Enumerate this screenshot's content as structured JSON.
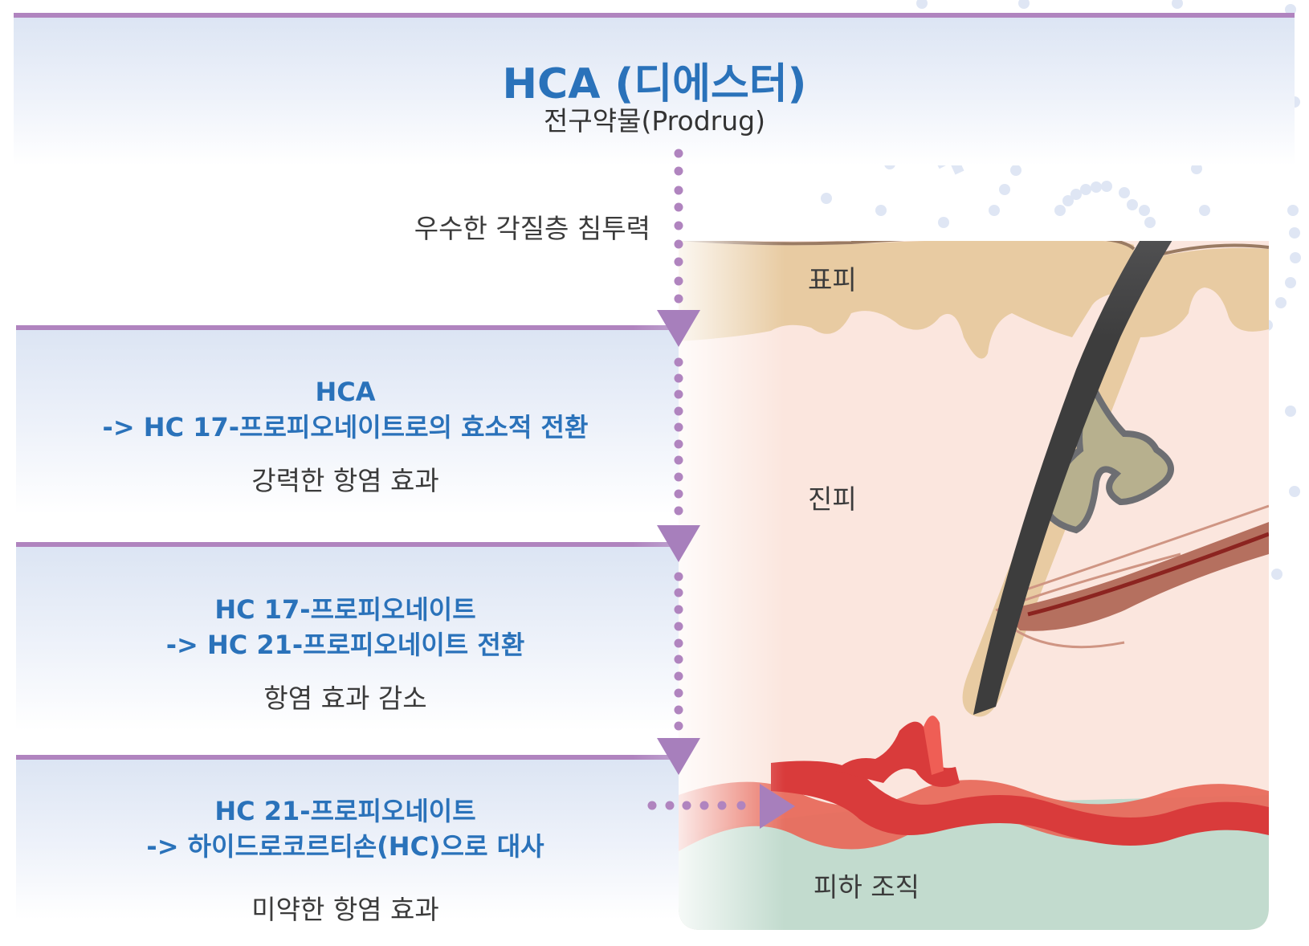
{
  "header": {
    "title": "HCA (디에스터)",
    "subtitle": "전구약물(Prodrug)"
  },
  "penetration_note": "우수한 각질층 침투력",
  "stages": [
    {
      "heading_line1": "HCA",
      "heading_line2": "-> HC 17-프로피오네이트로의 효소적 전환",
      "effect": "강력한 항염 효과"
    },
    {
      "heading_line1": "HC 17-프로피오네이트",
      "heading_line2": "-> HC 21-프로피오네이트 전환",
      "effect": "항염 효과 감소"
    },
    {
      "heading_line1": "HC 21-프로피오네이트",
      "heading_line2": "-> 하이드로코르티손(HC)으로 대사",
      "effect": "미약한 항염 효과"
    }
  ],
  "skin_layers": {
    "epidermis": "표피",
    "dermis": "진피",
    "subcutaneous": "피하 조직"
  },
  "colors": {
    "title_blue": "#2a72ba",
    "divider_purple": "#b084bf",
    "arrow_purple": "#a77fbc",
    "epidermis": "#e8cba2",
    "dermis": "#fbe6de",
    "subcutaneous": "#c2dbce",
    "hair": "#3d3d3d",
    "vessel_red": "#d93b3b",
    "vessel_light": "#e86c5c"
  }
}
